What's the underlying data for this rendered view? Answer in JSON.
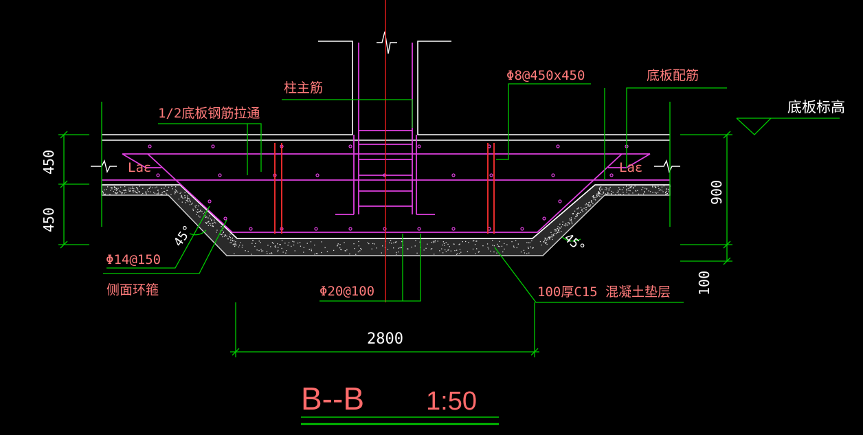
{
  "labels": {
    "column_main_bar": "柱主筋",
    "half_slab_through": "1/2底板钢筋拉通",
    "phi8_spacing": "Φ8@450x450",
    "slab_reinforcement": "底板配筋",
    "slab_elevation": "底板标高",
    "lae_left": "Laε",
    "lae_right": "Laε",
    "dim_top_left": "450",
    "dim_bottom_left": "450",
    "dim_right_900": "900",
    "dim_right_100": "100",
    "angle_left": "45°",
    "angle_right": "45°",
    "phi14_spacing": "Φ14@150",
    "side_stirrup": "侧面环箍",
    "phi20_spacing": "Φ20@100",
    "cushion_layer": "100厚C15 混凝土垫层",
    "width_dim": "2800",
    "section_name": "B--B",
    "section_scale": "1:50"
  },
  "colors": {
    "background": "#000000",
    "concrete_outline": "#ffffff",
    "rebar": "#e040e0",
    "dimension": "#00cc00",
    "leader": "#00cc00",
    "label_text": "#ff7b7b",
    "axis": "#ff2020",
    "stirrup": "#ff3030",
    "cushion": "#cfcfcf"
  }
}
